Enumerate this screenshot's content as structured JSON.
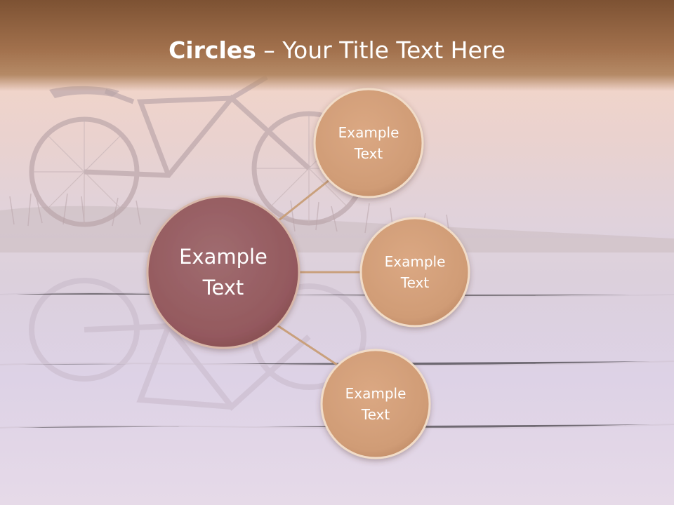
{
  "title": {
    "bold": "Circles",
    "separator": " – ",
    "rest": "Your Title Text Here"
  },
  "center_node": {
    "text_line1": "Example",
    "text_line2": "Text"
  },
  "satellite_nodes": [
    {
      "text_line1": "Example",
      "text_line2": "Text"
    },
    {
      "text_line1": "Example",
      "text_line2": "Text"
    },
    {
      "text_line1": "Example",
      "text_line2": "Text"
    }
  ],
  "colors": {
    "header_top": "#7d5233",
    "header_bottom": "#b58a66",
    "center_fill": "#9a6468",
    "satellite_fill": "#d4a07c",
    "connector": "#c9a07c"
  }
}
